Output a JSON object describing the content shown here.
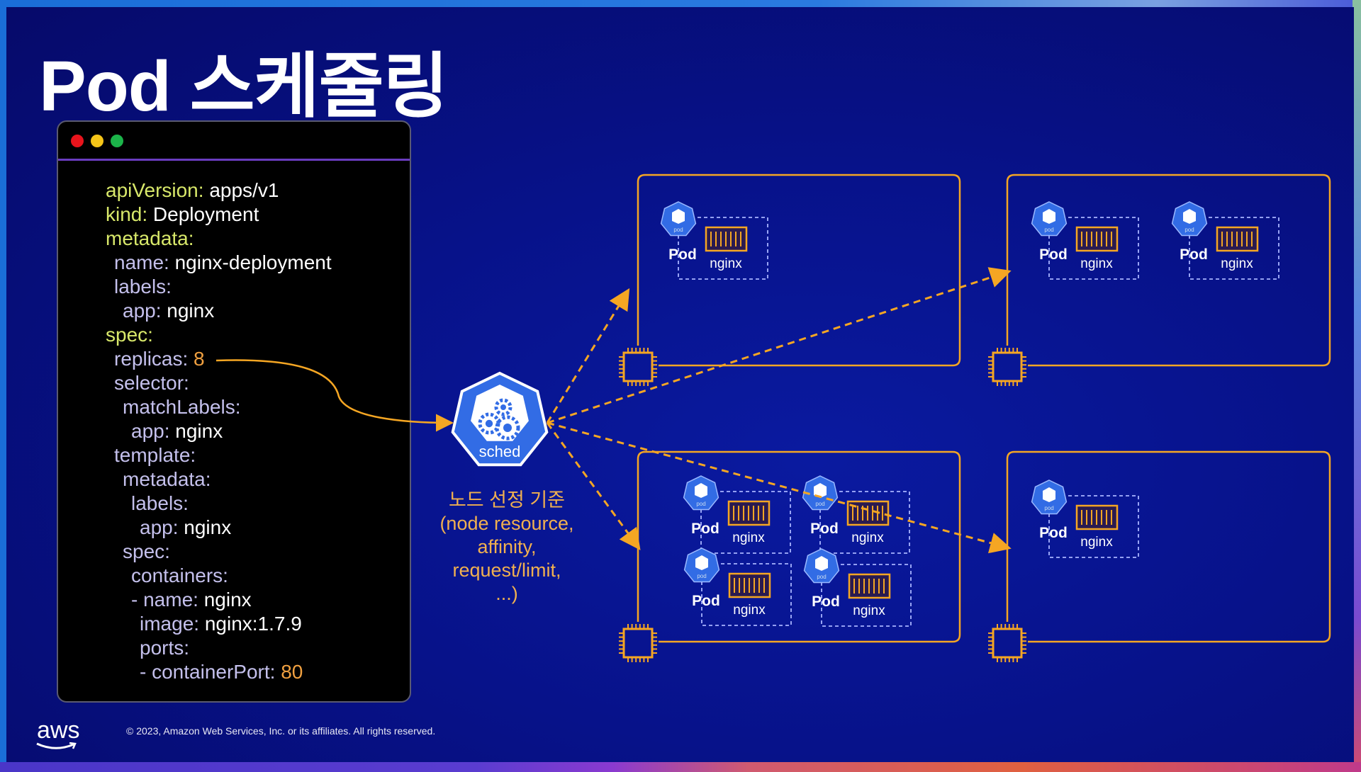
{
  "title": "Pod 스케줄링",
  "code_window": {
    "dot_colors": [
      "#e8141c",
      "#f5c518",
      "#1cb44a"
    ],
    "lines": [
      {
        "indent": 0,
        "key": "apiVersion",
        "value": "apps/v1",
        "level": 1
      },
      {
        "indent": 0,
        "key": "kind",
        "value": "Deployment",
        "level": 1
      },
      {
        "indent": 0,
        "key": "metadata",
        "value": "",
        "level": 1
      },
      {
        "indent": 1,
        "key": "name",
        "value": "nginx-deployment",
        "level": 2
      },
      {
        "indent": 1,
        "key": "labels",
        "value": "",
        "level": 2
      },
      {
        "indent": 2,
        "key": "app",
        "value": "nginx",
        "level": 2
      },
      {
        "indent": 0,
        "key": "spec",
        "value": "",
        "level": 1
      },
      {
        "indent": 1,
        "key": "replicas",
        "value": "8",
        "level": 2,
        "numeric": true
      },
      {
        "indent": 1,
        "key": "selector",
        "value": "",
        "level": 2
      },
      {
        "indent": 2,
        "key": "matchLabels",
        "value": "",
        "level": 2
      },
      {
        "indent": 3,
        "key": "app",
        "value": "nginx",
        "level": 2
      },
      {
        "indent": 1,
        "key": "template",
        "value": "",
        "level": 2
      },
      {
        "indent": 2,
        "key": "metadata",
        "value": "",
        "level": 2
      },
      {
        "indent": 3,
        "key": "labels",
        "value": "",
        "level": 2
      },
      {
        "indent": 4,
        "key": "app",
        "value": "nginx",
        "level": 2
      },
      {
        "indent": 2,
        "key": "spec",
        "value": "",
        "level": 2
      },
      {
        "indent": 3,
        "key": "containers",
        "value": "",
        "level": 2
      },
      {
        "indent": 3,
        "key": "- name",
        "value": "nginx",
        "level": 2
      },
      {
        "indent": 4,
        "key": "image",
        "value": "nginx:1.7.9",
        "level": 2
      },
      {
        "indent": 4,
        "key": "ports",
        "value": "",
        "level": 2
      },
      {
        "indent": 4,
        "key": "- containerPort",
        "value": "80",
        "level": 2,
        "numeric": true
      }
    ]
  },
  "scheduler": {
    "label": "sched"
  },
  "criteria": {
    "heading": "노드 선정 기준",
    "lines": [
      "(node resource,",
      "affinity,",
      "request/limit,",
      "...)"
    ]
  },
  "nodes": [
    {
      "pod_count": 1
    },
    {
      "pod_count": 2
    },
    {
      "pod_count": 4
    },
    {
      "pod_count": 1
    }
  ],
  "pod": {
    "label": "Pod",
    "icon_text": "pod",
    "container_label": "nginx"
  },
  "footer": {
    "logo": "aws",
    "copyright": "© 2023, Amazon Web Services, Inc. or its affiliates. All rights reserved."
  },
  "colors": {
    "accent": "#f5a623",
    "k8s_blue": "#326ce5",
    "background": "#07128a"
  }
}
